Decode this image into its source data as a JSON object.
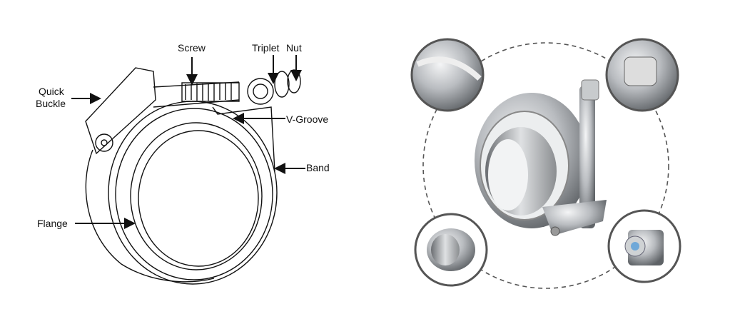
{
  "diagram": {
    "labels": {
      "screw": "Screw",
      "triplet": "Triplet",
      "nut": "Nut",
      "quick": "Quick",
      "buckle": "Buckle",
      "v_groove": "V-Groove",
      "band": "Band",
      "flange": "Flange"
    },
    "colors": {
      "line": "#111111",
      "inset_border": "#555555",
      "dashed_circle": "#555555",
      "steel": "#b9bcc0"
    }
  }
}
